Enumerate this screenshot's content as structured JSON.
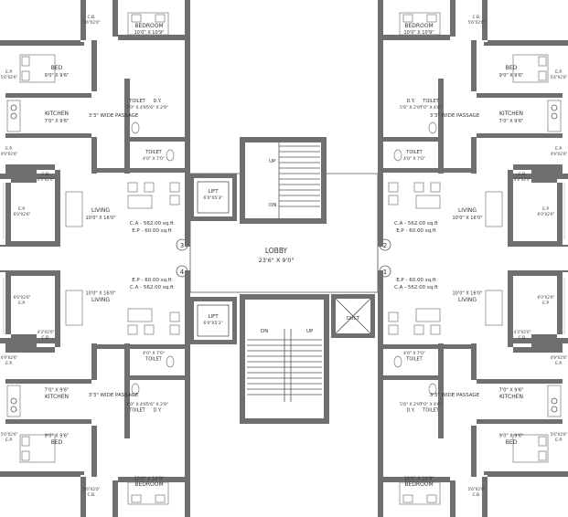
{
  "rooms": {
    "lobby_name": "LOBBY",
    "lobby_size": "23'6\" X 9'0\"",
    "lift": "LIFT",
    "lift_size": "6'0\"X5'3\"",
    "duct": "DUCT",
    "up": "UP",
    "dn": "DN",
    "living": "LIVING",
    "living_size": "10'0\" X 16'0\"",
    "kitchen": "KITCHEN",
    "kitchen_size": "7'0\" X 9'6\"",
    "bed": "BED",
    "bed_size": "9'0\" X 9'6\"",
    "bedroom": "BEDROOM",
    "bedroom_size": "10'0\" X 10'9\"",
    "toilet": "TOILET",
    "toilet_size_a": "7'0\" X 4'6\"",
    "toilet_size_b": "4'0\" X 7'0\"",
    "dy": "D.Y.",
    "dy_size": "5'6\" X 2'9\"",
    "passage": "3'3\" WIDE PASSAGE",
    "ep": "E.P.",
    "ep_size_a": "6'0\"X2'6\"",
    "ep_size_b": "5'6\"X2'6\"",
    "ep_size_c": "4'9\"X2'6\"",
    "cb": "C.B.",
    "cb_size_a": "4'3\"X2'0\"",
    "cb_size_b": "5'6\"X2'0\""
  },
  "units": {
    "ca": "C.A - 562.00 sq.ft",
    "ep_area": "E.P - 60.00 sq.ft",
    "u1": "1",
    "u2": "2",
    "u3": "3",
    "u4": "4"
  }
}
